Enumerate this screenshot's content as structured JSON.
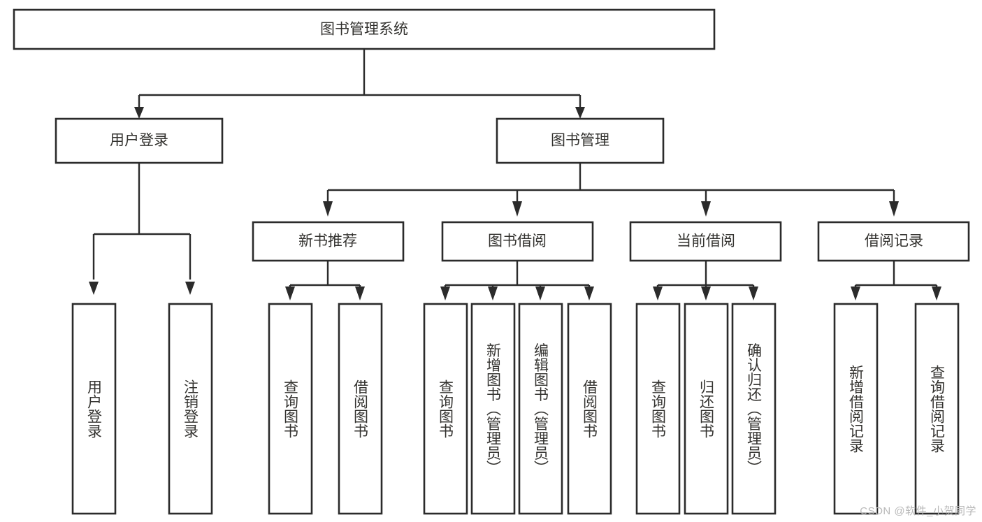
{
  "diagram": {
    "title": "图书管理系统",
    "type": "hierarchy-tree",
    "orientation": "top-down",
    "colors": {
      "box_stroke": "#2b2b2b",
      "box_fill": "#ffffff",
      "text": "#33322f",
      "connector": "#2b2b2b",
      "background": "#ffffff",
      "watermark": "#b9b9b9"
    },
    "root": {
      "id": "root",
      "label": "图书管理系统",
      "orientation": "horizontal"
    },
    "level2": [
      {
        "id": "user-login",
        "label": "用户登录",
        "orientation": "horizontal"
      },
      {
        "id": "book-manage",
        "label": "图书管理",
        "orientation": "horizontal"
      }
    ],
    "level3": [
      {
        "id": "new-book-recommend",
        "label": "新书推荐",
        "orientation": "horizontal",
        "parent": "book-manage"
      },
      {
        "id": "book-borrow",
        "label": "图书借阅",
        "orientation": "horizontal",
        "parent": "book-manage"
      },
      {
        "id": "current-borrow",
        "label": "当前借阅",
        "orientation": "horizontal",
        "parent": "book-manage"
      },
      {
        "id": "borrow-record",
        "label": "借阅记录",
        "orientation": "horizontal",
        "parent": "book-manage"
      }
    ],
    "leaves": [
      {
        "id": "leaf-user-login",
        "label": "用户登录",
        "orientation": "vertical",
        "parent": "user-login"
      },
      {
        "id": "leaf-user-logout",
        "label": "注销登录",
        "orientation": "vertical",
        "parent": "user-login"
      },
      {
        "id": "leaf-query-book-1",
        "label": "查询图书",
        "orientation": "vertical",
        "parent": "new-book-recommend"
      },
      {
        "id": "leaf-borrow-book-1",
        "label": "借阅图书",
        "orientation": "vertical",
        "parent": "new-book-recommend"
      },
      {
        "id": "leaf-query-book-2",
        "label": "查询图书",
        "orientation": "vertical",
        "parent": "book-borrow"
      },
      {
        "id": "leaf-add-book",
        "label": "新增图书（管理员）",
        "orientation": "vertical",
        "parent": "book-borrow"
      },
      {
        "id": "leaf-edit-book",
        "label": "编辑图书（管理员）",
        "orientation": "vertical",
        "parent": "book-borrow"
      },
      {
        "id": "leaf-borrow-book-2",
        "label": "借阅图书",
        "orientation": "vertical",
        "parent": "book-borrow"
      },
      {
        "id": "leaf-query-book-3",
        "label": "查询图书",
        "orientation": "vertical",
        "parent": "current-borrow"
      },
      {
        "id": "leaf-return-book",
        "label": "归还图书",
        "orientation": "vertical",
        "parent": "current-borrow"
      },
      {
        "id": "leaf-confirm-return",
        "label": "确认归还（管理员）",
        "orientation": "vertical",
        "parent": "current-borrow"
      },
      {
        "id": "leaf-add-record",
        "label": "新增借阅记录",
        "orientation": "vertical",
        "parent": "borrow-record"
      },
      {
        "id": "leaf-query-record",
        "label": "查询借阅记录",
        "orientation": "vertical",
        "parent": "borrow-record"
      }
    ]
  },
  "watermark": {
    "text": "CSDN @软件_小贺同学"
  }
}
